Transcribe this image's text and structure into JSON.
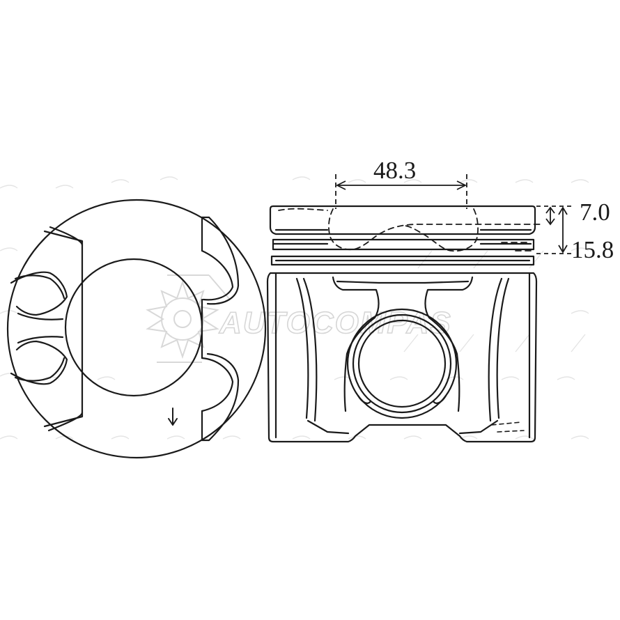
{
  "drawing": {
    "dimensions": {
      "pin_bore_spacing": "48.3",
      "top_land_height": "7.0",
      "compression_height": "15.8"
    },
    "watermark": "AUTOCOMPAS"
  },
  "colors": {
    "line": "#1a1a1a",
    "background": "#ffffff",
    "watermark": "#d2d2d2"
  }
}
